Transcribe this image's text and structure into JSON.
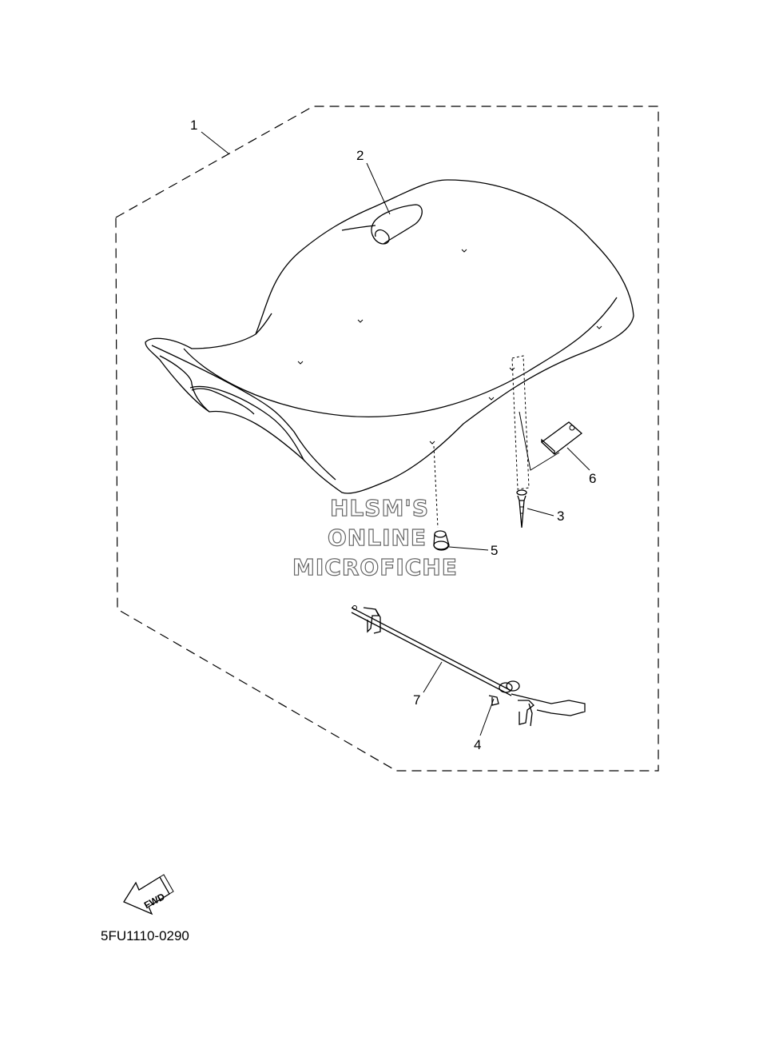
{
  "diagram": {
    "callouts": [
      {
        "id": "1",
        "label": "1"
      },
      {
        "id": "2",
        "label": "2"
      },
      {
        "id": "3",
        "label": "3"
      },
      {
        "id": "4",
        "label": "4"
      },
      {
        "id": "5",
        "label": "5"
      },
      {
        "id": "6",
        "label": "6"
      },
      {
        "id": "7",
        "label": "7"
      }
    ],
    "watermark": {
      "line1": "HLSM'S",
      "line2": "ONLINE",
      "line3": "MICROFICHE"
    },
    "fwd_label": "FWD",
    "diagram_code": "5FU1110-0290"
  }
}
